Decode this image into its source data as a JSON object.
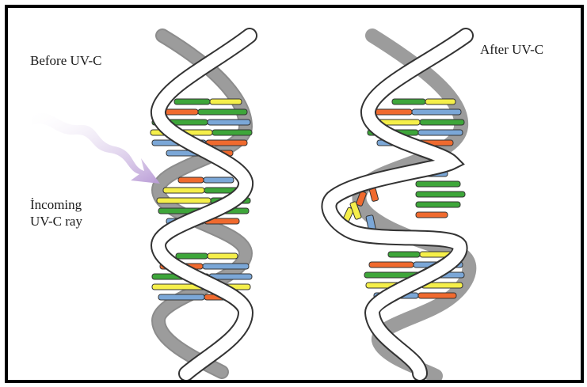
{
  "labels": {
    "before": "Before UV-C",
    "after": "After UV-C",
    "incoming_line1": "İncoming",
    "incoming_line2": "UV-C ray"
  },
  "colors": {
    "frame": "#000000",
    "back_strand": "#8c8c8c",
    "front_strand": "#ffffff",
    "base_green": "#3ea63a",
    "base_yellow": "#f5ef4a",
    "base_red": "#f06a2e",
    "base_blue": "#7ba7d7",
    "uv_ray": "#b99cd6"
  },
  "icons": {
    "uv_ray": "wavy-arrow-icon"
  }
}
